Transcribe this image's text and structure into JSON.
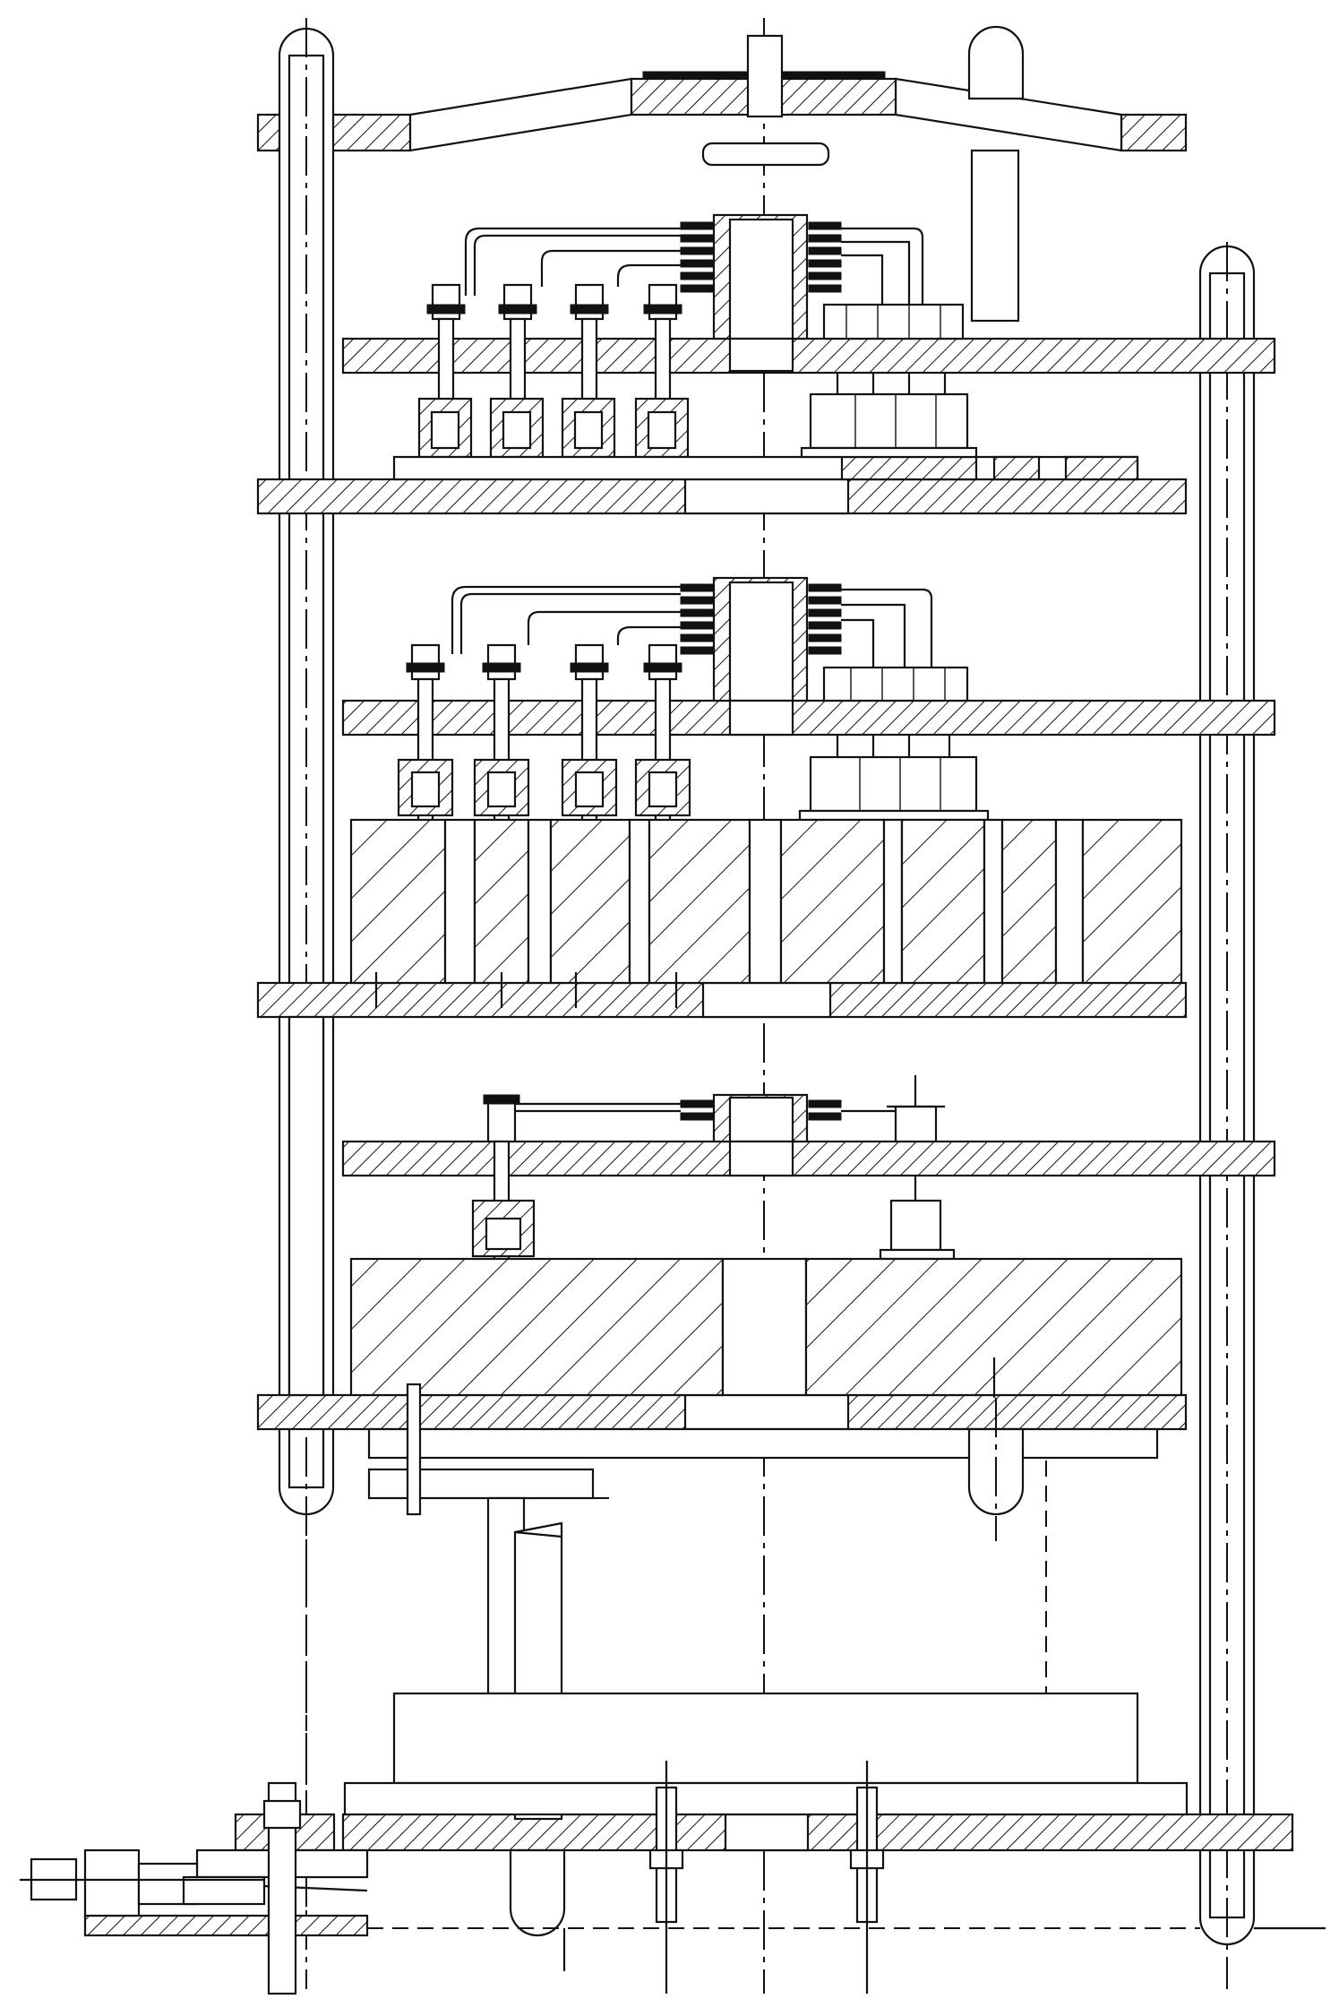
{
  "figure": {
    "kind": "engineering-cross-section",
    "text_labels": [],
    "colors": {
      "line": "#111111",
      "background": "#ffffff"
    },
    "parts": {
      "top_cover": "top-cover-plate",
      "tie_rods": [
        "left-tie-rod",
        "right-tie-rod"
      ],
      "platens": [
        "platen-1",
        "platen-2",
        "platen-3",
        "platen-4",
        "platen-5",
        "platen-6",
        "platen-7",
        "base-plate"
      ],
      "mold_blocks": [
        "upper-mold-block",
        "lower-mold-block"
      ],
      "cylinder": "hydraulic-cylinder"
    }
  }
}
